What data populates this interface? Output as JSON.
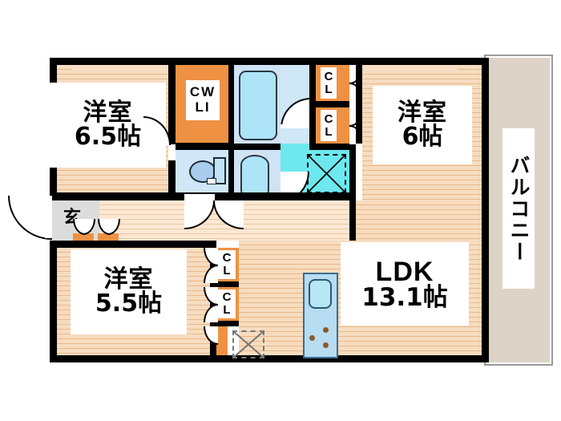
{
  "plan": {
    "type": "apartment-floor-plan",
    "layout_code": "3LDK",
    "rooms": [
      {
        "id": "bedroom-top-left",
        "name": "洋室",
        "size": "6.5帖",
        "floor": "wood"
      },
      {
        "id": "bedroom-top-right",
        "name": "洋室",
        "size": "6帖",
        "floor": "wood"
      },
      {
        "id": "bedroom-bottom-left",
        "name": "洋室",
        "size": "5.5帖",
        "floor": "wood"
      },
      {
        "id": "living-dining-kitchen",
        "name": "LDK",
        "size": "13.1帖",
        "floor": "wood"
      }
    ],
    "balcony": {
      "label": "バルコニー"
    },
    "entrance": {
      "label": "玄"
    },
    "closets": [
      {
        "id": "cwl",
        "label_line1": "CW",
        "label_line2": "LI"
      },
      {
        "id": "cl-top-right-1",
        "label_line1": "C",
        "label_line2": "L"
      },
      {
        "id": "cl-top-right-2",
        "label_line1": "C",
        "label_line2": "L"
      },
      {
        "id": "cl-mid-1",
        "label_line1": "C",
        "label_line2": "L"
      },
      {
        "id": "cl-mid-2",
        "label_line1": "C",
        "label_line2": "L"
      }
    ],
    "fixtures": [
      {
        "id": "bathtub",
        "name": "bathtub"
      },
      {
        "id": "washbasin",
        "name": "washbasin"
      },
      {
        "id": "toilet",
        "name": "toilet"
      },
      {
        "id": "washing-machine-space",
        "name": "washing-machine-space"
      },
      {
        "id": "kitchen-unit",
        "name": "kitchen-sink-and-stove"
      }
    ],
    "colors": {
      "wall": "#000000",
      "wood_floor": "#f3cfa8",
      "closet_orange": "#ef9143",
      "wet_area_cyan": "#6de8ee",
      "bath_blue": "#cfe3f5",
      "balcony_beige": "#ddd3c7",
      "entrance_gray": "#dcdcdc"
    }
  }
}
